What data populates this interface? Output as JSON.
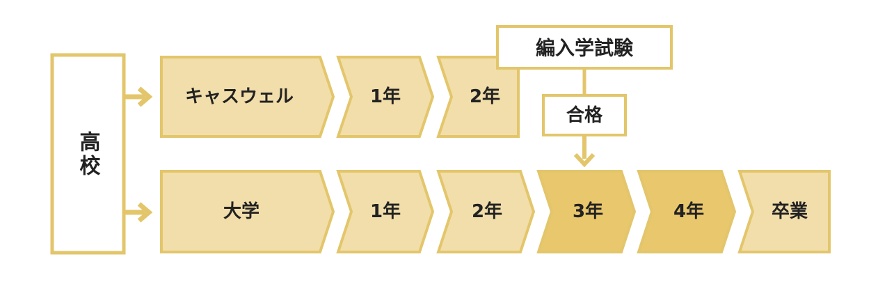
{
  "colors": {
    "border": "#e3c66b",
    "fill_light": "#f2deaa",
    "fill_dark": "#e9c76c",
    "box_fill": "#ffffff",
    "text": "#222222"
  },
  "origin": {
    "label": "高校"
  },
  "transfer_track": {
    "steps": [
      {
        "label": "キャスウェル"
      },
      {
        "label": "1年"
      },
      {
        "label": "2年"
      }
    ]
  },
  "exam": {
    "label": "編入学試験"
  },
  "pass": {
    "label": "合格"
  },
  "university_track": {
    "steps": [
      {
        "label": "大学",
        "highlight": false
      },
      {
        "label": "1年",
        "highlight": false
      },
      {
        "label": "2年",
        "highlight": false
      },
      {
        "label": "3年",
        "highlight": true
      },
      {
        "label": "4年",
        "highlight": true
      },
      {
        "label": "卒業",
        "highlight": false
      }
    ]
  }
}
